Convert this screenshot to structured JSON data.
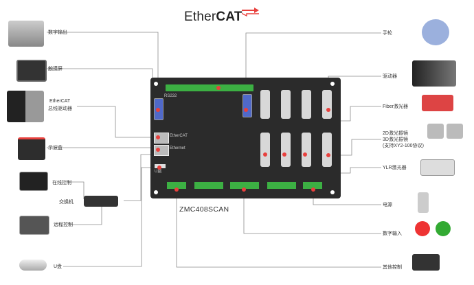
{
  "header": {
    "logo_text": "EtherCAT",
    "logo_ether": "Ether",
    "logo_cat": "CAT"
  },
  "controller": {
    "model": "ZMC408SCAN",
    "port_labels": [
      "RS232",
      "EtherCAT",
      "Ethernet",
      "U盘"
    ]
  },
  "left_labels": {
    "digital_out": "数字输出",
    "touchscreen": "触摸屏",
    "ethercat_brand": "EtherCAT",
    "bus_drive": "总线驱动器",
    "oscilloscope": "示波盒",
    "online_control": "在线控制",
    "switch": "交换机",
    "remote_control": "远程控制",
    "usb_disk": "U盘"
  },
  "right_labels": {
    "handwheel": "手轮",
    "driver": "驱动器",
    "fiber_laser": "Fiber激光器",
    "galvo_2d": "2D激光振镜",
    "galvo_3d": "3D激光振镜",
    "galvo_protocol": "(支持XY2-100协议)",
    "ylr_laser": "YLR激光器",
    "power": "电源",
    "digital_in": "数字输入",
    "other_control": "其他控制"
  },
  "colors": {
    "accent": "#e8403d",
    "controller": "#2b2b2b",
    "terminal": "#3cb043",
    "line": "#8a8a8a"
  },
  "icons": {
    "digital_out": "pneumatic-valve-icon",
    "touchscreen": "touchscreen-icon",
    "bus_drive": "servo-drive-icon",
    "oscilloscope": "oscilloscope-box-icon",
    "online": "monitor-icon",
    "switch": "network-switch-icon",
    "remote": "laptop-icon",
    "usb": "usb-disk-icon",
    "handwheel": "handwheel-icon",
    "driver": "stepper-driver-icon",
    "fiber": "fiber-laser-icon",
    "galvo": "galvo-scanner-icon",
    "ylr": "ylr-laser-icon",
    "power": "power-supply-icon",
    "digital_in": "push-button-icon",
    "other": "io-module-icon"
  }
}
